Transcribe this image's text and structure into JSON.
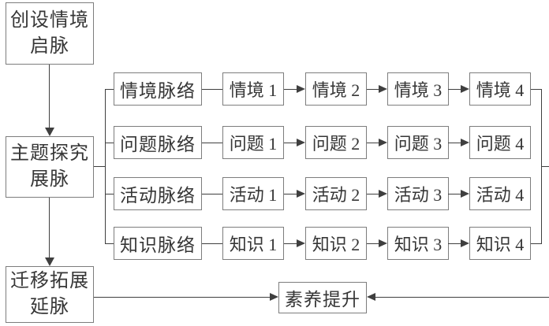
{
  "diagram": {
    "stages": [
      {
        "line1": "创设情境",
        "line2": "启脉"
      },
      {
        "line1": "主题探究",
        "line2": "展脉"
      },
      {
        "line1": "迁移拓展",
        "line2": "延脉"
      }
    ],
    "rows": [
      {
        "header": "情境脉络",
        "items": [
          "情境 1",
          "情境 2",
          "情境 3",
          "情境 4"
        ]
      },
      {
        "header": "问题脉络",
        "items": [
          "问题 1",
          "问题 2",
          "问题 3",
          "问题 4"
        ]
      },
      {
        "header": "活动脉络",
        "items": [
          "活动 1",
          "活动 2",
          "活动 3",
          "活动 4"
        ]
      },
      {
        "header": "知识脉络",
        "items": [
          "知识 1",
          "知识 2",
          "知识 3",
          "知识 4"
        ]
      }
    ],
    "result": "素养提升",
    "colors": {
      "border": "#7d7d7d",
      "text": "#363636",
      "line": "#3f3f3f",
      "background": "#ffffff"
    }
  }
}
